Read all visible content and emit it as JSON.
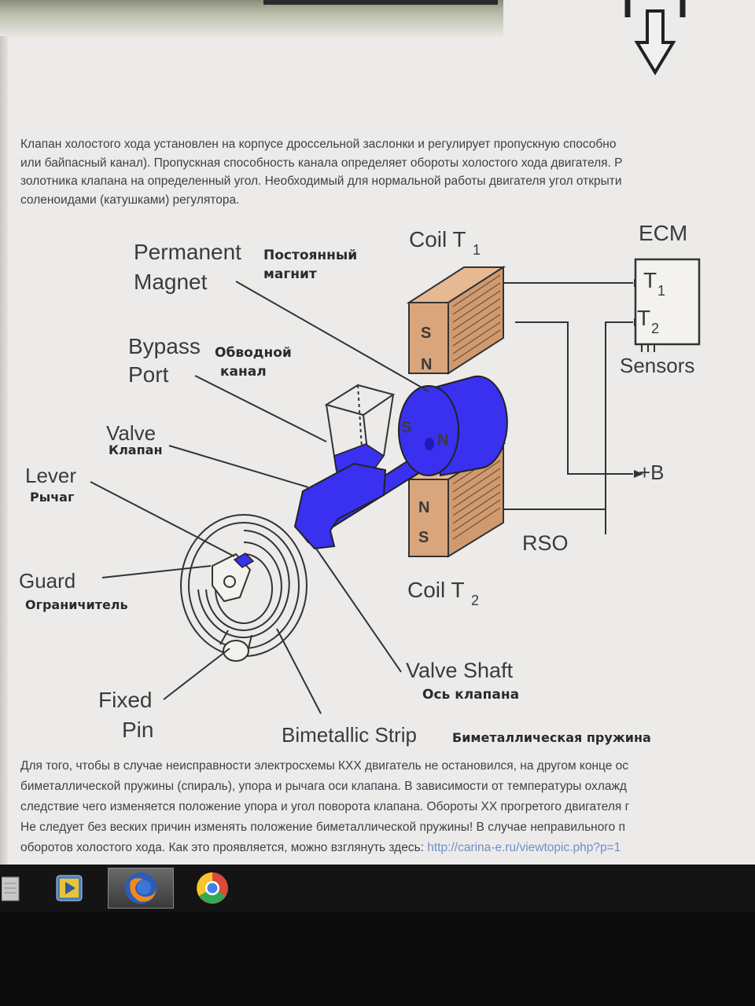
{
  "paragraph_top": {
    "lines": [
      "Клапан холостого хода установлен на корпусе дроссельной заслонки и регулирует пропускную способно",
      "или байпасный канал). Пропускная способность канала определяет обороты холостого хода двигателя. Р",
      "золотника клапана на определенный угол. Необходимый для нормальной работы двигателя угол открыти",
      "соленоидами (катушками) регулятора."
    ]
  },
  "diagram": {
    "permanent_magnet_en_1": "Permanent",
    "permanent_magnet_en_2": "Magnet",
    "permanent_magnet_ru_1": "Постоянный",
    "permanent_magnet_ru_2": "магнит",
    "bypass_en_1": "Bypass",
    "bypass_en_2": "Port",
    "bypass_ru_1": "Обводной",
    "bypass_ru_2": "канал",
    "valve_en": "Valve",
    "valve_ru": "Клапан",
    "lever_en": "Lever",
    "lever_ru": "Рычаг",
    "guard_en": "Guard",
    "guard_ru": "Ограничитель",
    "fixed_pin_1": "Fixed",
    "fixed_pin_2": "Pin",
    "bimetallic_en": "Bimetallic Strip",
    "bimetallic_ru": "Биметаллическая пружина",
    "valve_shaft_en": "Valve Shaft",
    "valve_shaft_ru": "Ось клапана",
    "coil_t1": "Coil T",
    "coil_t1_sub": "1",
    "coil_t2": "Coil T",
    "coil_t2_sub": "2",
    "ecm": "ECM",
    "ecm_t1": "T",
    "ecm_t1_sub": "1",
    "ecm_t2": "T",
    "ecm_t2_sub": "2",
    "sensors": "Sensors",
    "plus_b": "+B",
    "rso": "RSO",
    "pole_s": "S",
    "pole_n": "N"
  },
  "paragraph_bottom": {
    "lines": [
      "Для того, чтобы в случае неисправности электросхемы КХХ двигатель не остановился, на другом конце ос",
      "биметаллической пружины (спираль), упора и рычага оси клапана. В зависимости от температуры охлажд",
      "следствие чего изменяется положение упора и угол поворота клапана. Обороты ХХ прогретого двигателя г",
      "Не следует без веских причин изменять положение биметаллической пружины! В случае неправильного п"
    ],
    "last_line_text": "оборотов холостого хода. Как это проявляется, можно взглянуть здесь: ",
    "link_text": "http://carina-e.ru/viewtopic.php?p=1"
  },
  "taskbar": {
    "items": [
      "explorer-icon",
      "media-player-icon",
      "firefox-icon",
      "chrome-icon"
    ]
  },
  "colors": {
    "blue_parts": "#3a30f0",
    "coil_fill": "#d9a57c",
    "link": "#6f8fc9"
  }
}
